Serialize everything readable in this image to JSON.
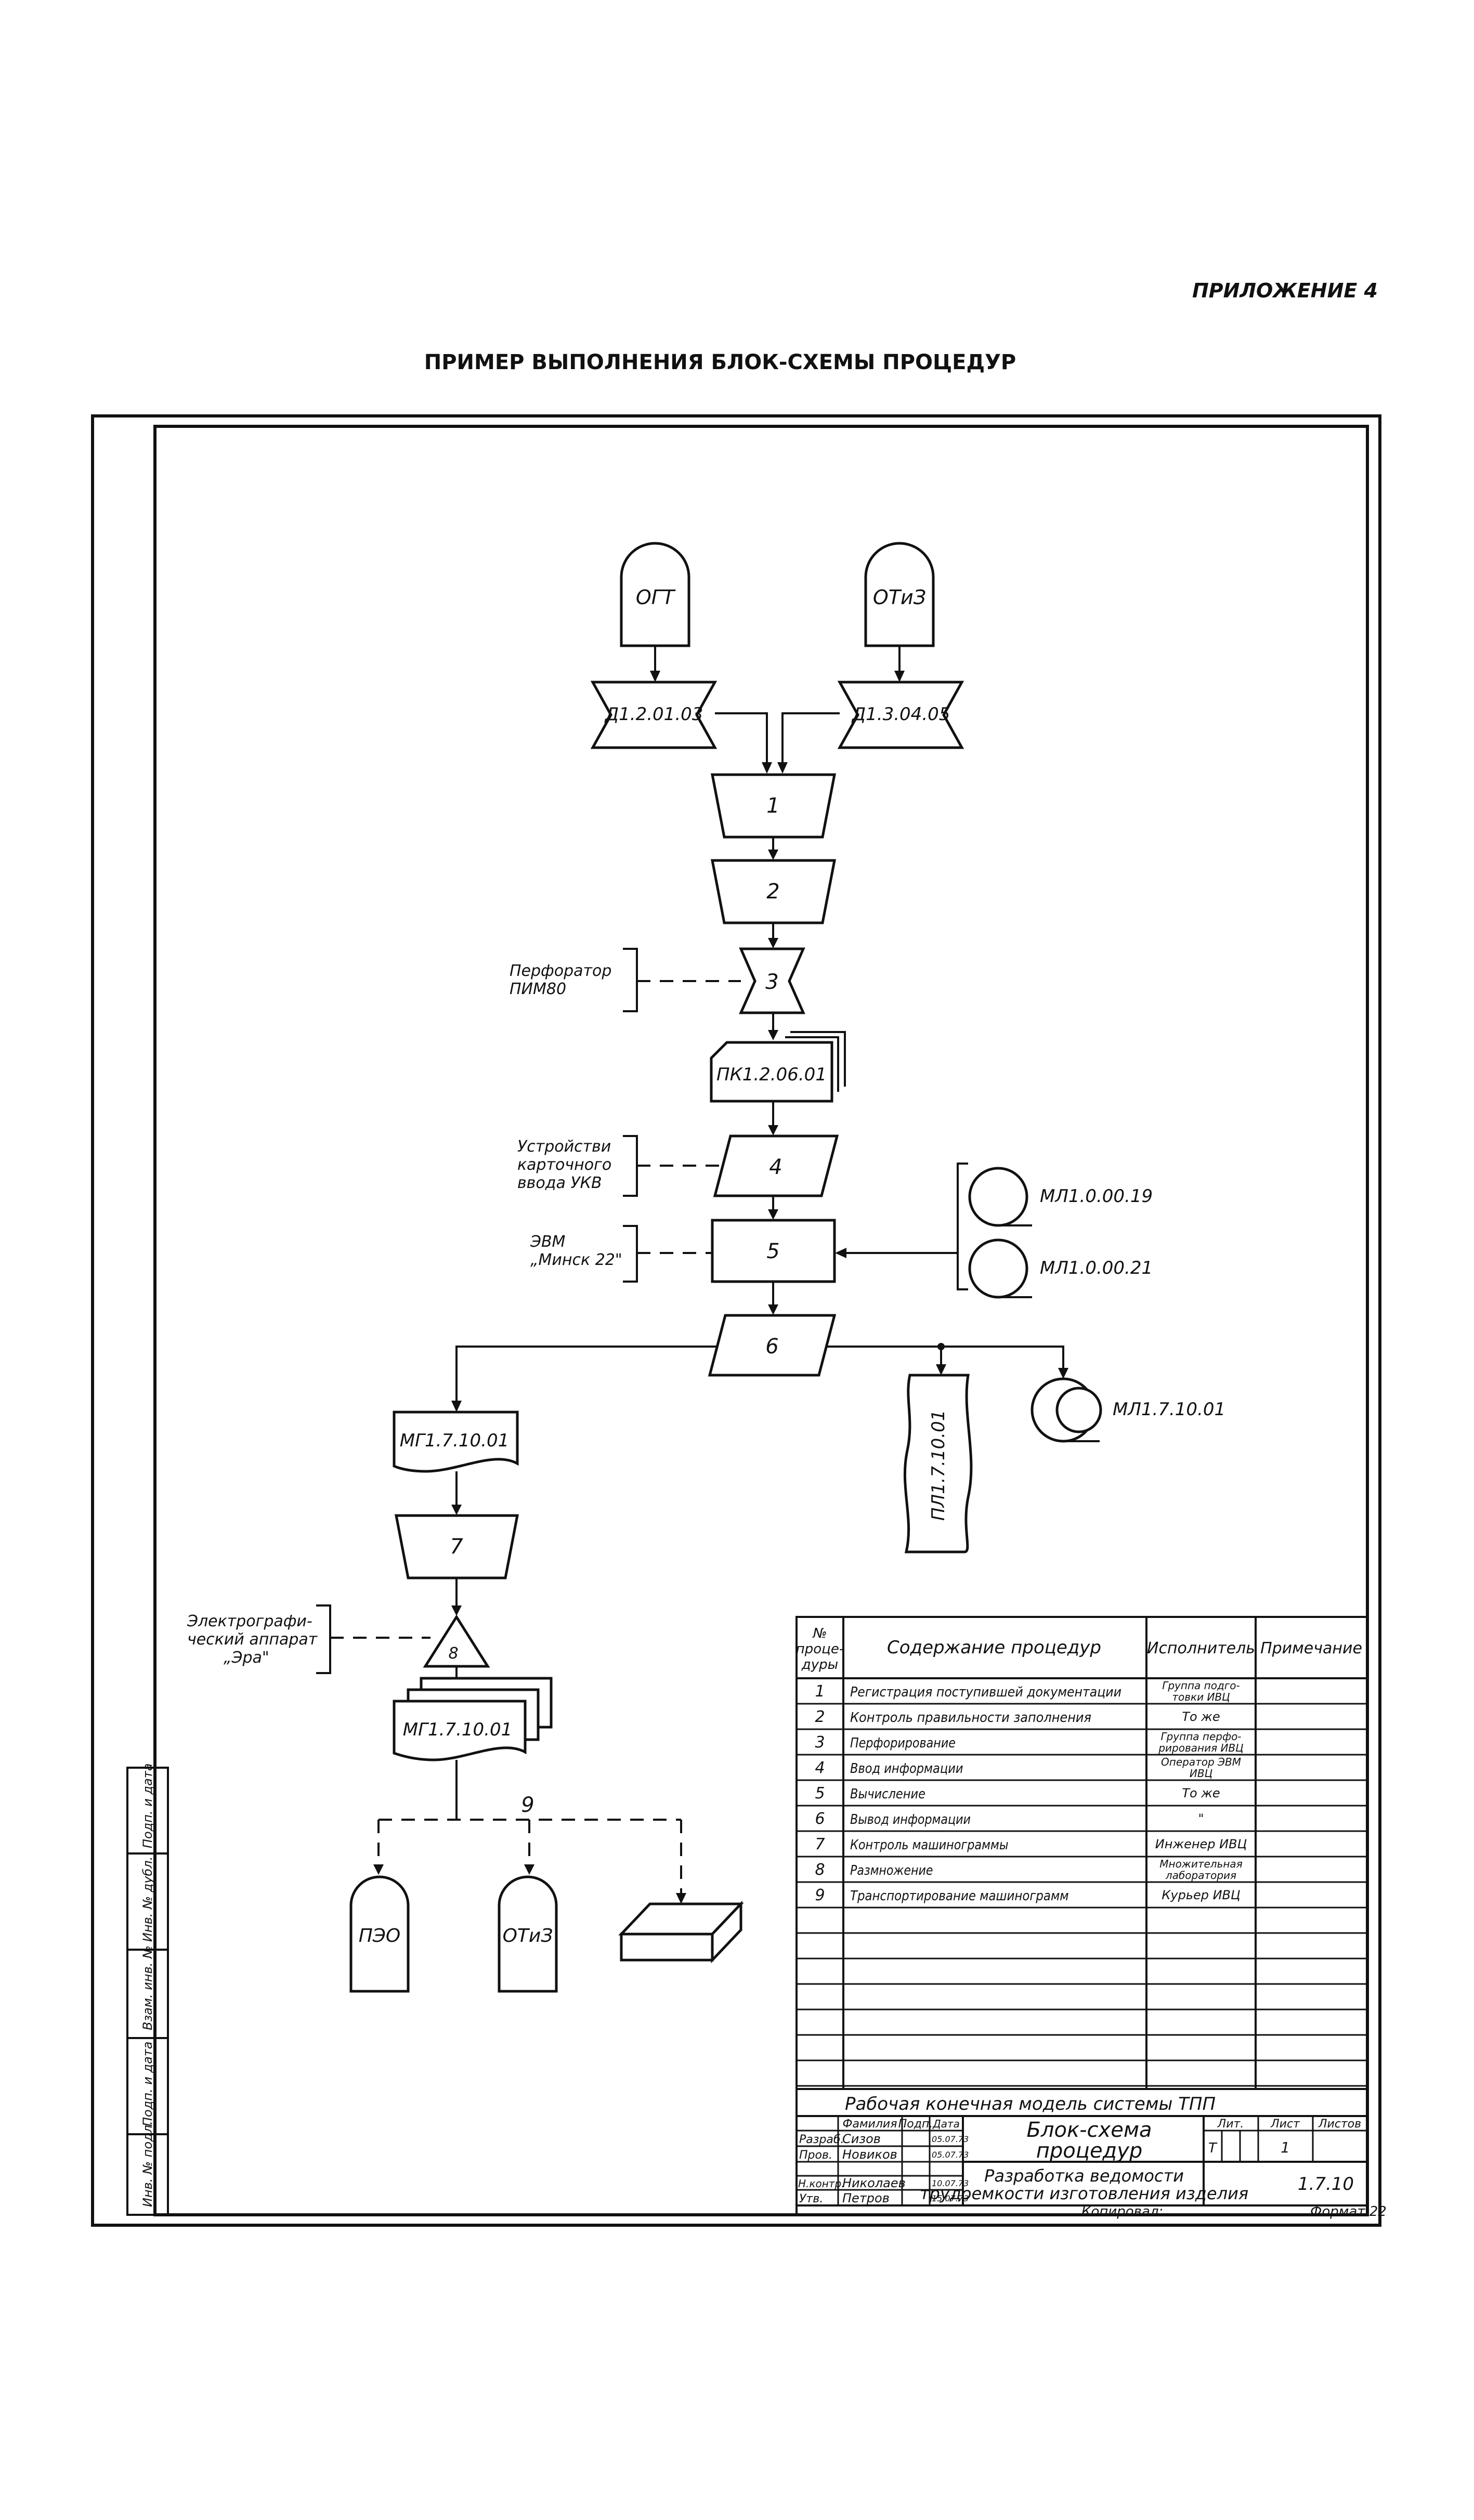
{
  "header": {
    "appendix": "ПРИЛОЖЕНИЕ 4",
    "title": "ПРИМЕР ВЫПОЛНЕНИЯ БЛОК-СХЕМЫ ПРОЦЕДУР"
  },
  "nodes": {
    "ogt": "ОГТ",
    "otiz_top": "ОТиЗ",
    "doc1": "Д1.2.01.03",
    "doc2": "Д1.3.04.05",
    "p1": "1",
    "p2": "2",
    "p3": "3",
    "punch": "ПК1.2.06.01",
    "p4": "4",
    "p5": "5",
    "p6": "6",
    "tape1": "МЛ1.0.00.19",
    "tape2": "МЛ1.0.00.21",
    "tape3": "МЛ1.7.10.01",
    "mg1": "МГ1.7.10.01",
    "ptape": "ПЛ1.7.10.01",
    "p7": "7",
    "p8": "8",
    "mg2": "МГ1.7.10.01",
    "p9": "9",
    "peo": "ПЭО",
    "otiz_bottom": "ОТиЗ"
  },
  "side_notes": {
    "perforator": [
      "Перфоратор",
      "ПИМ80"
    ],
    "card_input": [
      "Устройстви",
      "карточного",
      "ввода УКВ"
    ],
    "computer": [
      "ЭВМ",
      "„Минск 22\""
    ],
    "electro": [
      "Электрографи-",
      "ческий аппарат",
      "„Эра\""
    ]
  },
  "table": {
    "headers": {
      "num": [
        "№",
        "проце-",
        "дуры"
      ],
      "content": "Содержание процедур",
      "executor": "Исполнитель",
      "note": "Примечание"
    },
    "rows": [
      {
        "num": "1",
        "content": "Регистрация поступившей документации",
        "executor": [
          "Группа подго-",
          "товки ИВЦ"
        ]
      },
      {
        "num": "2",
        "content": "Контроль правильности заполнения",
        "executor": [
          "То же"
        ]
      },
      {
        "num": "3",
        "content": "Перфорирование",
        "executor": [
          "Группа перфо-",
          "рирования ИВЦ"
        ]
      },
      {
        "num": "4",
        "content": "Ввод информации",
        "executor": [
          "Оператор ЭВМ",
          "ИВЦ"
        ]
      },
      {
        "num": "5",
        "content": "Вычисление",
        "executor": [
          "То же"
        ]
      },
      {
        "num": "6",
        "content": "Вывод информации",
        "executor": [
          "\""
        ]
      },
      {
        "num": "7",
        "content": "Контроль машинограммы",
        "executor": [
          "Инженер ИВЦ"
        ]
      },
      {
        "num": "8",
        "content": "Размножение",
        "executor": [
          "Множительная",
          "лаборатория"
        ]
      },
      {
        "num": "9",
        "content": "Транспортирование машинограмм",
        "executor": [
          "Курьер ИВЦ"
        ]
      }
    ]
  },
  "stamp": {
    "model": "Рабочая конечная модель системы ТПП",
    "col_surname": "Фамилия",
    "col_sign": "Подп.",
    "col_date": "Дата",
    "r1_role": "Разраб.",
    "r1_name": "Сизов",
    "r1_date": "05.07.73",
    "r2_role": "Пров.",
    "r2_name": "Новиков",
    "r2_date": "05.07.73",
    "r3_role": "Н.контр.",
    "r3_name": "Николаев",
    "r3_date": "10.07.73",
    "r4_role": "Утв.",
    "r4_name": "Петров",
    "r4_date": "15.07.73",
    "doc_title": [
      "Блок-схема",
      "процедур"
    ],
    "lit_label": "Лит.",
    "sheet_label": "Лист",
    "sheets_label": "Листов",
    "lit_value": "Т",
    "sheet_value": "1",
    "desc": [
      "Разработка ведомости",
      "трудоемкости изготовления изделия"
    ],
    "code": "1.7.10",
    "copied": "Копировал:",
    "format": "Формат 22"
  },
  "left_strip": [
    "Инв. № подл.",
    "Подп. и дата",
    "Взам. инв. №",
    "Инв. № дубл.",
    "Подп. и дата"
  ]
}
